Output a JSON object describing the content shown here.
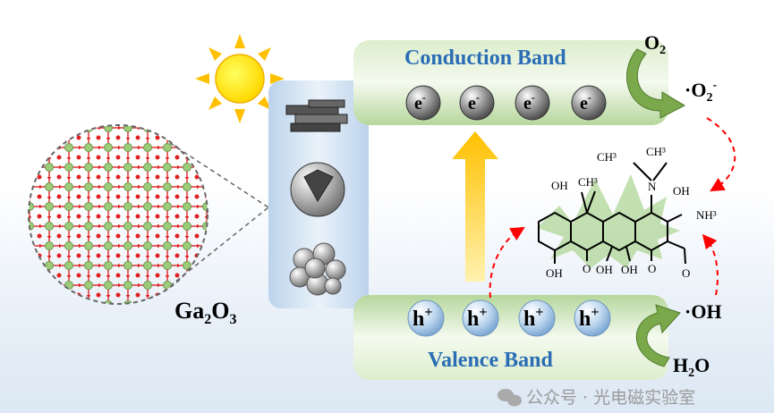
{
  "material": {
    "label_main": "Ga",
    "sub1": "2",
    "mid": "O",
    "sub2": "3"
  },
  "conduction_band": {
    "label": "Conduction Band",
    "electron": "e",
    "charge": "-",
    "count": 4
  },
  "valence_band": {
    "label": "Valence Band",
    "hole": "h",
    "charge": "+",
    "count": 4
  },
  "reactions": {
    "o2": {
      "main": "O",
      "sub": "2"
    },
    "superoxide": {
      "dot": "·O",
      "sub": "2",
      "sup": "-"
    },
    "hydroxyl": "·OH",
    "water": {
      "main1": "H",
      "sub": "2",
      "main2": "O"
    }
  },
  "molecule": {
    "labels": [
      "CH³",
      "CH³",
      "OH",
      "CH³",
      "OH",
      "NH³",
      "OH",
      "O",
      "OH",
      "OH",
      "O",
      "O",
      "N"
    ]
  },
  "watermark": {
    "text": "公众号 · 光电磁实验室",
    "icon": "wechat-icon"
  },
  "colors": {
    "band_green": "#b5d79c",
    "band_label": "#2a6db5",
    "sun": "#ffe000",
    "arrow_red": "#ff0000",
    "arrow_green": "#6a9a3c"
  }
}
